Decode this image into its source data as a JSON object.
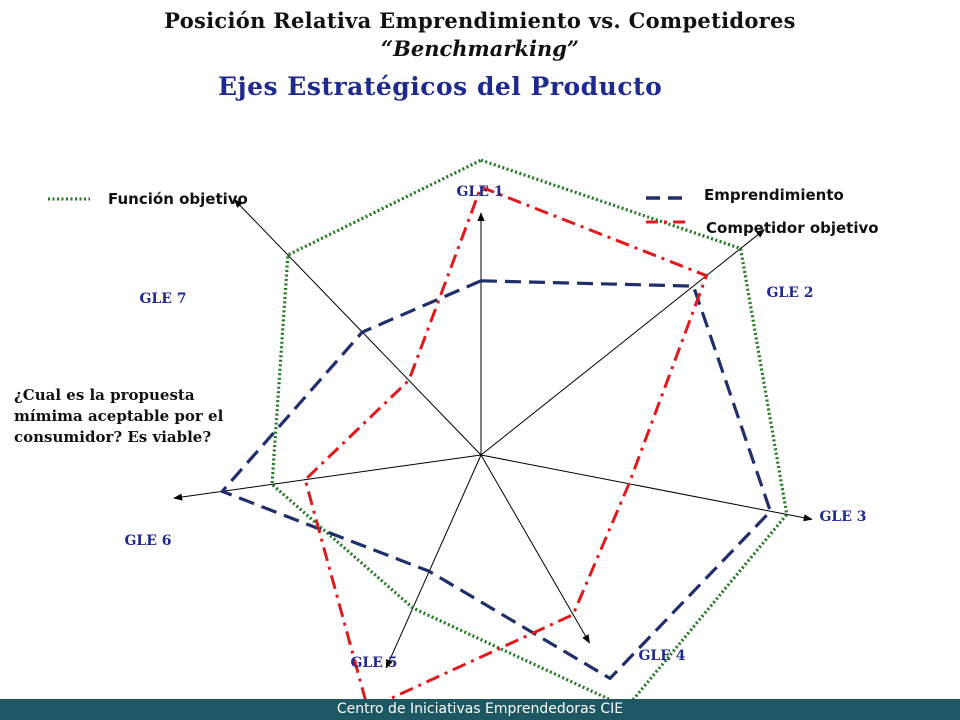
{
  "titles": {
    "line1": "Posición Relativa Emprendimiento vs. Competidores",
    "line2": "“Benchmarking”",
    "line3": "Ejes Estratégicos del Producto"
  },
  "note": "¿Cual es la propuesta mímima aceptable por el consumidor? Es viable?",
  "footer": "Centro de Iniciativas Emprendedoras CIE",
  "colors": {
    "funcion_objetivo": "#1f7a1f",
    "emprendimiento": "#1f2f6b",
    "competidor_objetivo": "#e0191b",
    "axis_label": "#1f2a8f",
    "footer_bg": "#1c5763"
  },
  "chart_data": {
    "type": "radar",
    "axes": [
      "GLE 1",
      "GLE 2",
      "GLE 3",
      "GLE 4",
      "GLE 5",
      "GLE 6",
      "GLE 7"
    ],
    "rmax": 1.0,
    "series": [
      {
        "name": "Función objetivo",
        "values": [
          0.88,
          0.99,
          0.93,
          0.87,
          0.5,
          0.63,
          0.83
        ],
        "color": "#1f7a1f",
        "style": "dotted"
      },
      {
        "name": "Emprendimiento",
        "values": [
          0.52,
          0.81,
          0.88,
          0.77,
          0.38,
          0.78,
          0.51
        ],
        "color": "#1f2f6b",
        "style": "dashed"
      },
      {
        "name": "Competidor objetivo",
        "values": [
          0.8,
          0.86,
          0.45,
          0.55,
          0.83,
          0.53,
          0.31
        ],
        "color": "#e0191b",
        "style": "dashdot"
      }
    ],
    "legend": "top"
  }
}
